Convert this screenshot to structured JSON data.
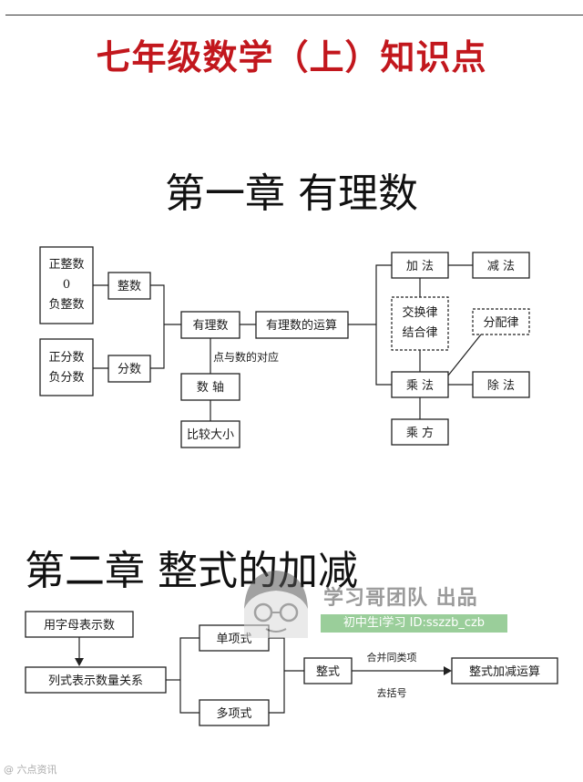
{
  "page_title": "七年级数学（上）知识点",
  "chapter1": {
    "title": "第一章  有理数",
    "nodes": {
      "positive_integers": "正整数",
      "zero": "0",
      "negative_integers": "负整数",
      "integers": "整数",
      "positive_fractions": "正分数",
      "negative_fractions": "负分数",
      "fractions": "分数",
      "rational": "有理数",
      "operations": "有理数的运算",
      "point_number": "点与数的对应",
      "number_line": "数  轴",
      "compare": "比较大小",
      "add": "加  法",
      "subtract": "减  法",
      "commutative": "交换律",
      "associative": "结合律",
      "distributive": "分配律",
      "multiply": "乘  法",
      "divide": "除  法",
      "power": "乘  方"
    }
  },
  "chapter2": {
    "title": "第二章  整式的加减",
    "nodes": {
      "letters_numbers": "用字母表示数",
      "expressions": "列式表示数量关系",
      "monomial": "单项式",
      "polynomial": "多项式",
      "integral": "整式",
      "combine": "合并同类项",
      "brackets": "去括号",
      "add_sub": "整式加减运算"
    }
  },
  "watermark": {
    "line1": "学习哥团队  出品",
    "line2": "初中生i学习  ID:sszzb_czb",
    "corner": "@ 六点资讯"
  }
}
